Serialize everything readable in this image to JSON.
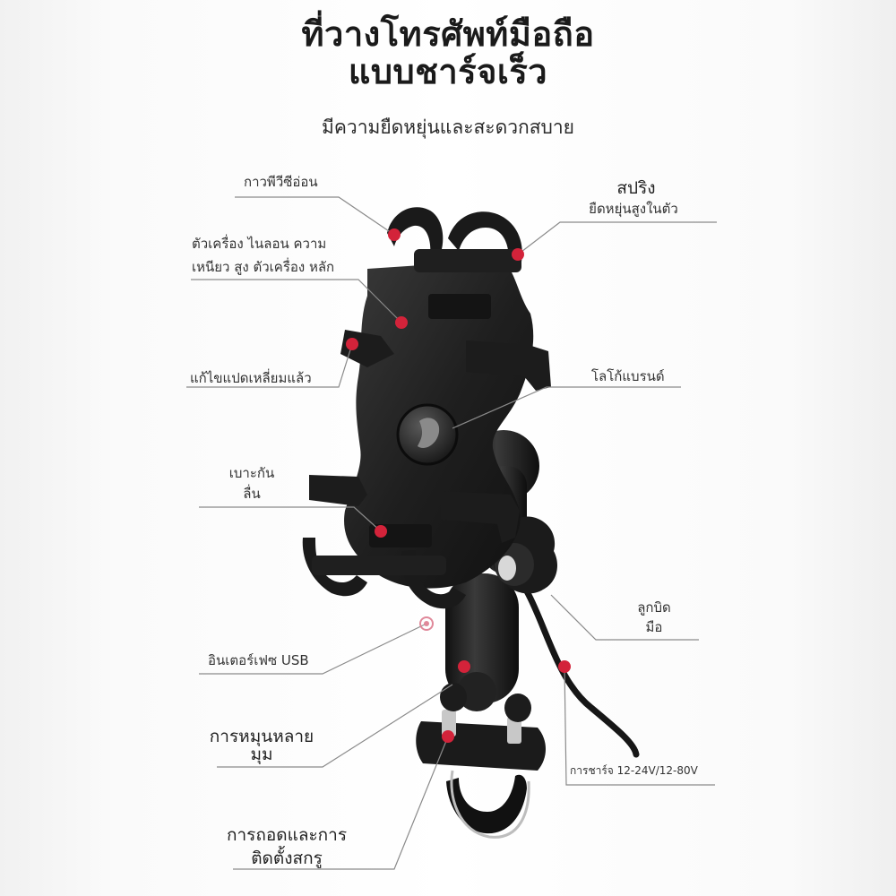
{
  "title": {
    "line1": "ที่วางโทรศัพท์มือถือ",
    "line2": "แบบชาร์จเร็ว"
  },
  "subtitle": "มีความยืดหยุ่นและสะดวกสบาย",
  "labels": {
    "pvc_glue": "กาวพีวีซีอ่อน",
    "spring_title": "สปริง",
    "spring_desc": "ยืดหยุ่นสูงในตัว",
    "nylon_line1": "ตัวเครื่อง ไนลอน ความ",
    "nylon_line2": "เหนียว สูง ตัวเครื่อง หลัก",
    "corner_fix": "แก้ไขแปดเหลี่ยมแล้ว",
    "brand_logo": "โลโก้แบรนด์",
    "anti_slip_line1": "เบาะกัน",
    "anti_slip_line2": "ลื่น",
    "knob_line1": "ลูกบิด",
    "knob_line2": "มือ",
    "usb": "อินเตอร์เฟซ USB",
    "rotation_line1": "การหมุนหลาย",
    "rotation_line2": "มุม",
    "charging": "การชาร์จ 12-24V/12-80V",
    "install_line1": "การถอดและการ",
    "install_line2": "ติดตั้งสกรู"
  },
  "colors": {
    "marker": "#d3233a",
    "product": "#1c1c1c",
    "leader": "#888888"
  }
}
